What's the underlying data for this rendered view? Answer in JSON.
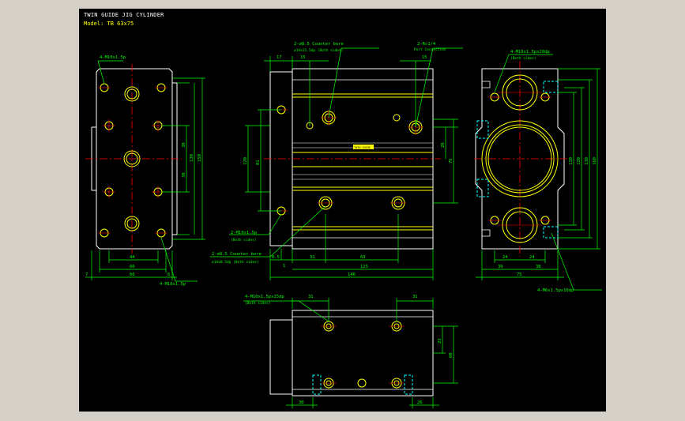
{
  "title": "TWIN GUIDE JIG CYLINDER",
  "model": "Model: TB 63x75",
  "colors": {
    "background": "#000000",
    "outline": "#ffffff",
    "geometry": "#ffff00",
    "dimension": "#00ff00",
    "center": "#ff0000",
    "hidden": "#00ffff",
    "window": "#d4d0c8"
  },
  "left_view": {
    "callout_top": "4-M10x1.5p",
    "callout_bottom": "4-M10x1.5p",
    "dims_bottom": [
      "44",
      "60",
      "66"
    ],
    "dims_side": [
      "30",
      "30",
      "130",
      "150"
    ],
    "dim_left": "7",
    "dim_small": "6"
  },
  "front_view": {
    "callout_top1": "2-⌀8.5 Counter bore",
    "callout_top1b": "⌀14x21.5dp (Both sides)",
    "callout_top2": "2-Rc1/4",
    "callout_top2b": "Port Connection",
    "dims_top": [
      "17",
      "15",
      "15"
    ],
    "dims_left": [
      "81",
      "120"
    ],
    "dims_right": [
      "28",
      "75"
    ],
    "callout_left1": "2-M10x1.5p",
    "callout_left1b": "(Both sides)",
    "callout_left2": "2-⌀8.5 Counter bore",
    "callout_left2b": "⌀14x8.5dp (Both sides)",
    "dims_bottom": [
      "8.5",
      "31",
      "63",
      "125",
      "146"
    ],
    "dim_small": "1",
    "nameplate": "TWIN GUIDE"
  },
  "right_view": {
    "callout_top": "4-M10x1.5px20dp",
    "callout_topb": "(Both sides)",
    "dims_side": [
      "110",
      "120",
      "130",
      "160"
    ],
    "dims_bottom": [
      "24",
      "24",
      "39",
      "38",
      "75"
    ],
    "callout_bottom": "4-M6x1.5px10dp"
  },
  "bottom_view": {
    "callout": "4-M10x1.5px15dp",
    "calloutb": "(Both sides)",
    "dims_top": [
      "31",
      "31"
    ],
    "dims_side": [
      "23",
      "60"
    ],
    "dims_bottom": [
      "30",
      "26"
    ]
  }
}
